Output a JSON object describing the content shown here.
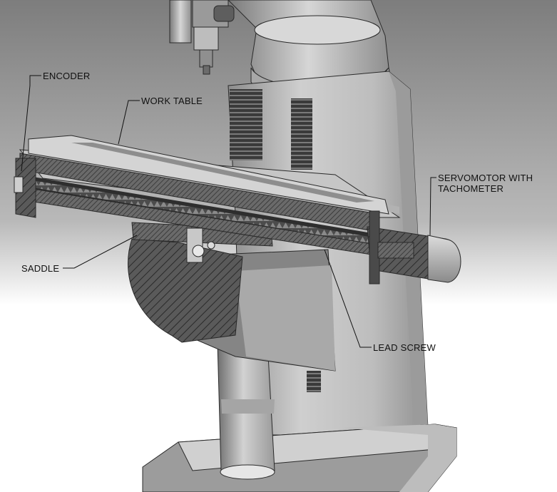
{
  "labels": {
    "encoder": "ENCODER",
    "work_table": "WORK TABLE",
    "servomotor_line1": "SERVOMOTOR WITH",
    "servomotor_line2": "TACHOMETER",
    "saddle": "SADDLE",
    "lead_screw": "LEAD SCREW"
  }
}
